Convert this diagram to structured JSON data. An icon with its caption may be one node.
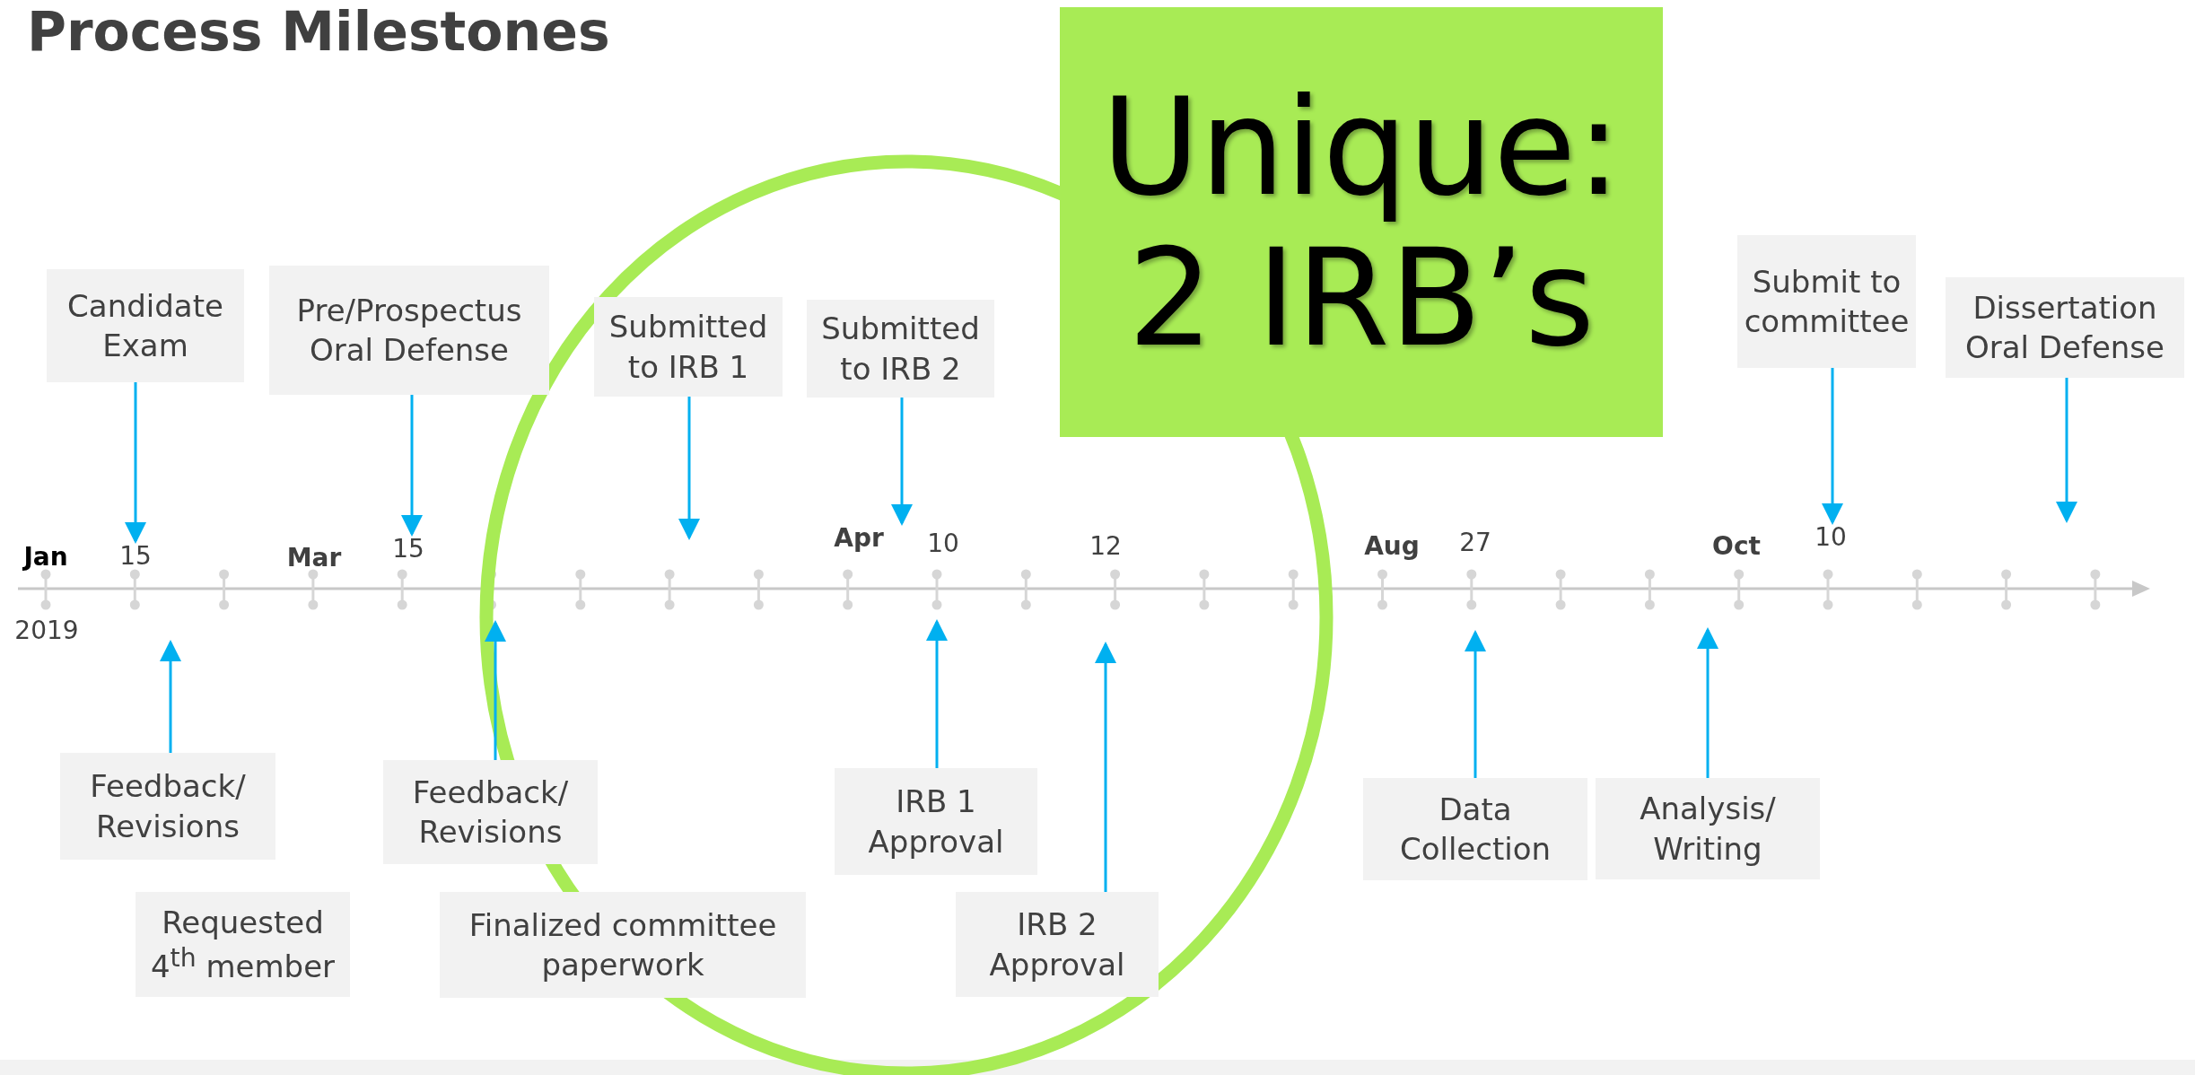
{
  "diagram": {
    "title": "Process Milestones",
    "nodes": [
      {
        "text": [
          "Candidate Exam"
        ]
      },
      {
        "text": [
          "Pre/Prospectus Oral Defense"
        ]
      },
      {
        "text": [
          "Submitted to IRB 1"
        ]
      },
      {
        "text": [
          "Submitted to IRB 2"
        ]
      },
      {
        "text": [
          "Submit to committee"
        ]
      },
      {
        "text": [
          "Dissertation Oral Defense"
        ]
      },
      {
        "text": [
          "Feedback/ Revisions"
        ]
      },
      {
        "text": [
          "Requested 4$^{th}$ member"
        ]
      },
      {
        "text": [
          "Feedback/ Revisions"
        ]
      },
      {
        "text": [
          "Finalized committee paperwork"
        ]
      },
      {
        "text": [
          "IRB 1 Approval"
        ]
      },
      {
        "text": [
          "IRB 2 Approval"
        ]
      },
      {
        "text": [
          "Data Collection"
        ]
      },
      {
        "text": [
          "Analysis/ Writing"
        ]
      },
      {
        "text": [
          "Unique: 2 IRB’s"
        ]
      },
      {
        "text": [
          "15"
        ]
      },
      {
        "text": [
          "15"
        ]
      },
      {
        "text": [
          "Apr"
        ]
      },
      {
        "text": [
          "10"
        ]
      }
    ],
    "edges": [
      {
        "from": 0,
        "to": 15,
        "arrow": "to"
      },
      {
        "from": 1,
        "to": 16,
        "arrow": "to"
      },
      {
        "from": 2,
        "to": null,
        "arrow": "to"
      },
      {
        "from": 3,
        "to": 17,
        "arrow": "to"
      },
      {
        "from": 4,
        "to": 18,
        "arrow": "to"
      },
      {
        "from": 5,
        "to": null,
        "arrow": "to"
      },
      {
        "from": 6,
        "to": null,
        "arrow": "to"
      },
      {
        "from": 8,
        "to": null,
        "arrow": "to"
      },
      {
        "from": 10,
        "to": null,
        "arrow": "to"
      },
      {
        "from": 11,
        "to": null,
        "arrow": "to"
      },
      {
        "from": 12,
        "to": null,
        "arrow": "to"
      },
      {
        "from": 13,
        "to": null,
        "arrow": "to"
      }
    ],
    "labels": [
      "Jan",
      "Mar",
      "10",
      "12",
      "Aug",
      "27",
      "Oct",
      "2019"
    ]
  }
}
